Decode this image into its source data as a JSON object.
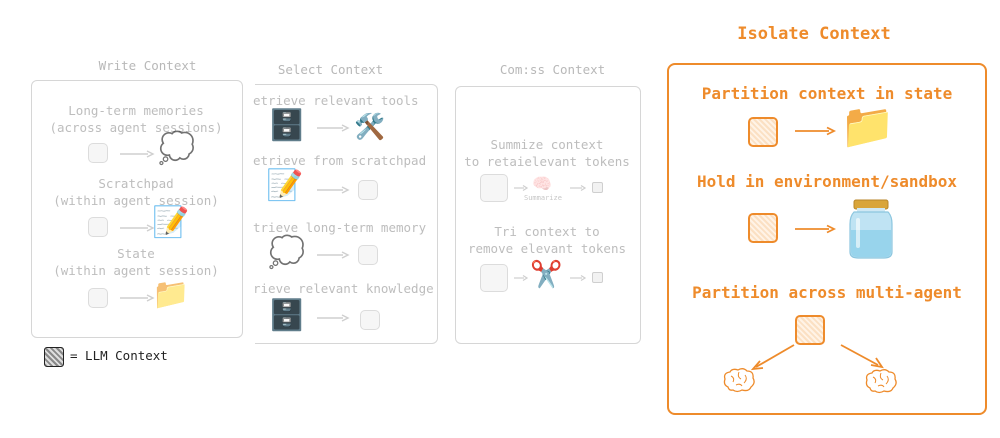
{
  "write": {
    "title": "Write Context",
    "item1": {
      "line1": "Long-term memories",
      "line2": "(across agent sessions)"
    },
    "item2": {
      "line1": "Scratchpad",
      "line2": "(within agent session)"
    },
    "item3": {
      "line1": "State",
      "line2": "(within agent session)"
    }
  },
  "select": {
    "title": "Select Context",
    "items": [
      "etrieve relevant tools",
      "etrieve from scratchpad",
      "trieve long-term memory",
      "rieve relevant knowledge"
    ]
  },
  "compress": {
    "title": "Com:ss Context",
    "item1": {
      "line1": "Summize context",
      "line2": "to retaielevant tokens",
      "icon_label": "Summarize"
    },
    "item2": {
      "line1": "Tri context to",
      "line2": "remove elevant tokens"
    }
  },
  "isolate": {
    "title": "Isolate Context",
    "items": [
      "Partition context in state",
      "Hold in environment/sandbox",
      "Partition across multi-agent"
    ]
  },
  "legend": {
    "label": "= LLM Context"
  },
  "colors": {
    "accent": "#ee8b2b",
    "faded_text": "#bdbdbd",
    "faded_border": "#d6d6d6"
  }
}
